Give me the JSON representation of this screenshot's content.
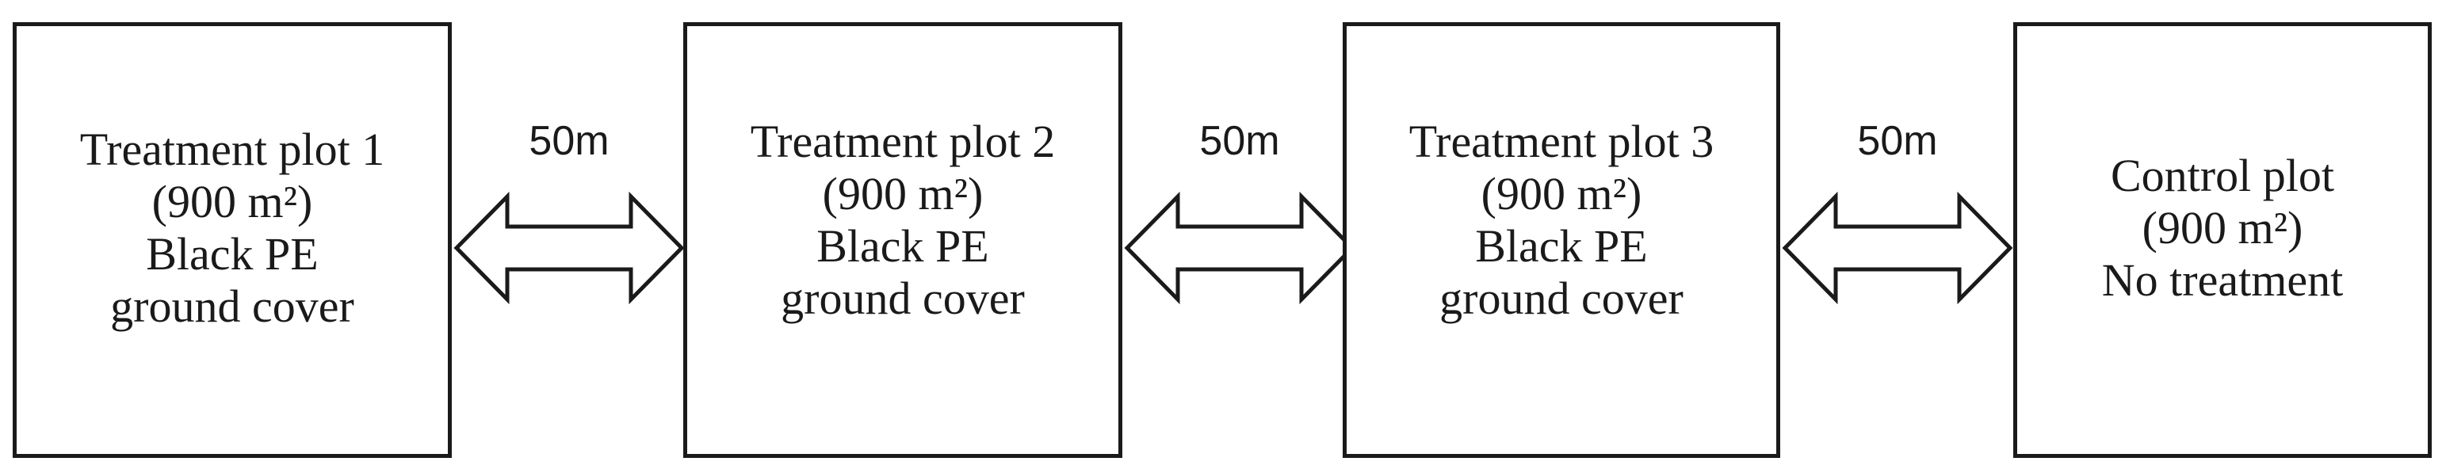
{
  "plots": [
    {
      "lines": [
        "Treatment plot 1",
        "(900 m²)",
        "Black PE",
        "ground cover"
      ]
    },
    {
      "lines": [
        "Treatment plot 2",
        "(900 m²)",
        "Black PE",
        "ground cover"
      ]
    },
    {
      "lines": [
        "Treatment plot 3",
        "(900 m²)",
        "Black PE",
        "ground cover"
      ]
    },
    {
      "lines": [
        "Control plot",
        "(900 m²)",
        "No treatment"
      ]
    }
  ],
  "connectors": [
    {
      "label": "50m"
    },
    {
      "label": "50m"
    },
    {
      "label": "50m"
    }
  ],
  "colors": {
    "stroke": "#1a1a1a",
    "fill": "#ffffff"
  },
  "icons": {
    "connector_arrow": "double-headed-arrow-icon"
  }
}
